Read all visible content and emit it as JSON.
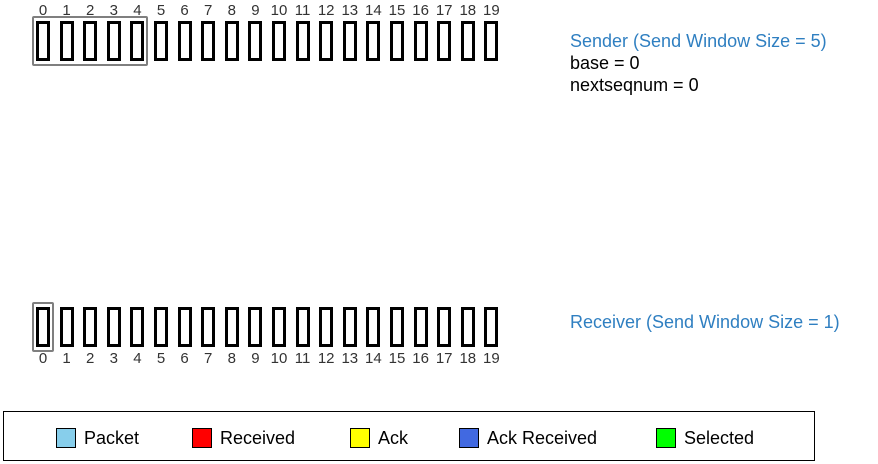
{
  "slots": [
    "0",
    "1",
    "2",
    "3",
    "4",
    "5",
    "6",
    "7",
    "8",
    "9",
    "10",
    "11",
    "12",
    "13",
    "14",
    "15",
    "16",
    "17",
    "18",
    "19"
  ],
  "sender": {
    "title": "Sender (Send Window Size = 5)",
    "base": "base = 0",
    "nextseqnum": "nextseqnum = 0",
    "window_start": 0,
    "window_size": 5
  },
  "receiver": {
    "title": "Receiver (Send Window Size = 1)",
    "window_start": 0,
    "window_size": 1
  },
  "legend": [
    {
      "label": "Packet",
      "color": "#87ceeb",
      "icon": "packet-swatch"
    },
    {
      "label": "Received",
      "color": "#ff0000",
      "icon": "received-swatch"
    },
    {
      "label": "Ack",
      "color": "#ffff00",
      "icon": "ack-swatch"
    },
    {
      "label": "Ack Received",
      "color": "#4169e1",
      "icon": "ack-received-swatch"
    },
    {
      "label": "Selected",
      "color": "#00ff00",
      "icon": "selected-swatch"
    }
  ]
}
